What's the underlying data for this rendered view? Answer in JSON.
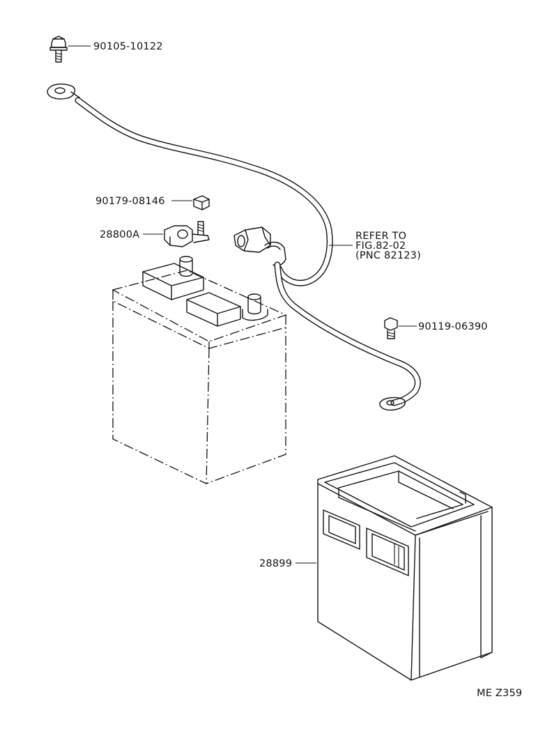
{
  "labels": {
    "bolt_top": "90105-10122",
    "nut": "90179-08146",
    "terminal": "28800A",
    "refer_line1": "REFER TO",
    "refer_line2": "FIG.82-02",
    "refer_line3": "(PNC 82123)",
    "bolt_right": "90119-06390",
    "tray": "28899",
    "code": "ME Z359"
  }
}
